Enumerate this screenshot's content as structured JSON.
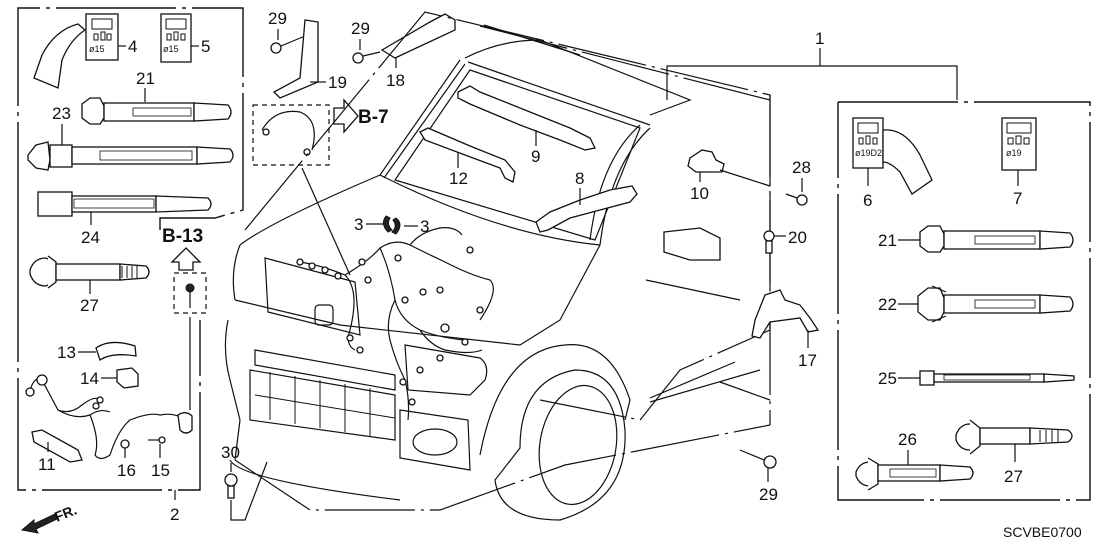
{
  "diagram": {
    "title": "Engine Wire Harness",
    "diagram_code": "SCVBE0700",
    "direction_indicator": "FR.",
    "section_refs": [
      {
        "id": "ref-b7",
        "label": "B-7"
      },
      {
        "id": "ref-b13",
        "label": "B-13"
      }
    ],
    "callouts": {
      "c1": "1",
      "c2": "2",
      "c3a": "3",
      "c3b": "3",
      "c4": "4",
      "c5": "5",
      "c6": "6",
      "c7": "7",
      "c8": "8",
      "c9": "9",
      "c10": "10",
      "c11": "11",
      "c12": "12",
      "c13": "13",
      "c14": "14",
      "c15": "15",
      "c16": "16",
      "c17": "17",
      "c18": "18",
      "c19": "19",
      "c20": "20",
      "c21a": "21",
      "c21b": "21",
      "c22": "22",
      "c23": "23",
      "c24": "24",
      "c25": "25",
      "c26": "26",
      "c27a": "27",
      "c27b": "27",
      "c28": "28",
      "c29a": "29",
      "c29b": "29",
      "c29c": "29",
      "c30": "30"
    },
    "clip_markings": {
      "part4": "ø15",
      "part5": "ø15",
      "part6": "ø19D2",
      "part7": "ø19"
    }
  }
}
